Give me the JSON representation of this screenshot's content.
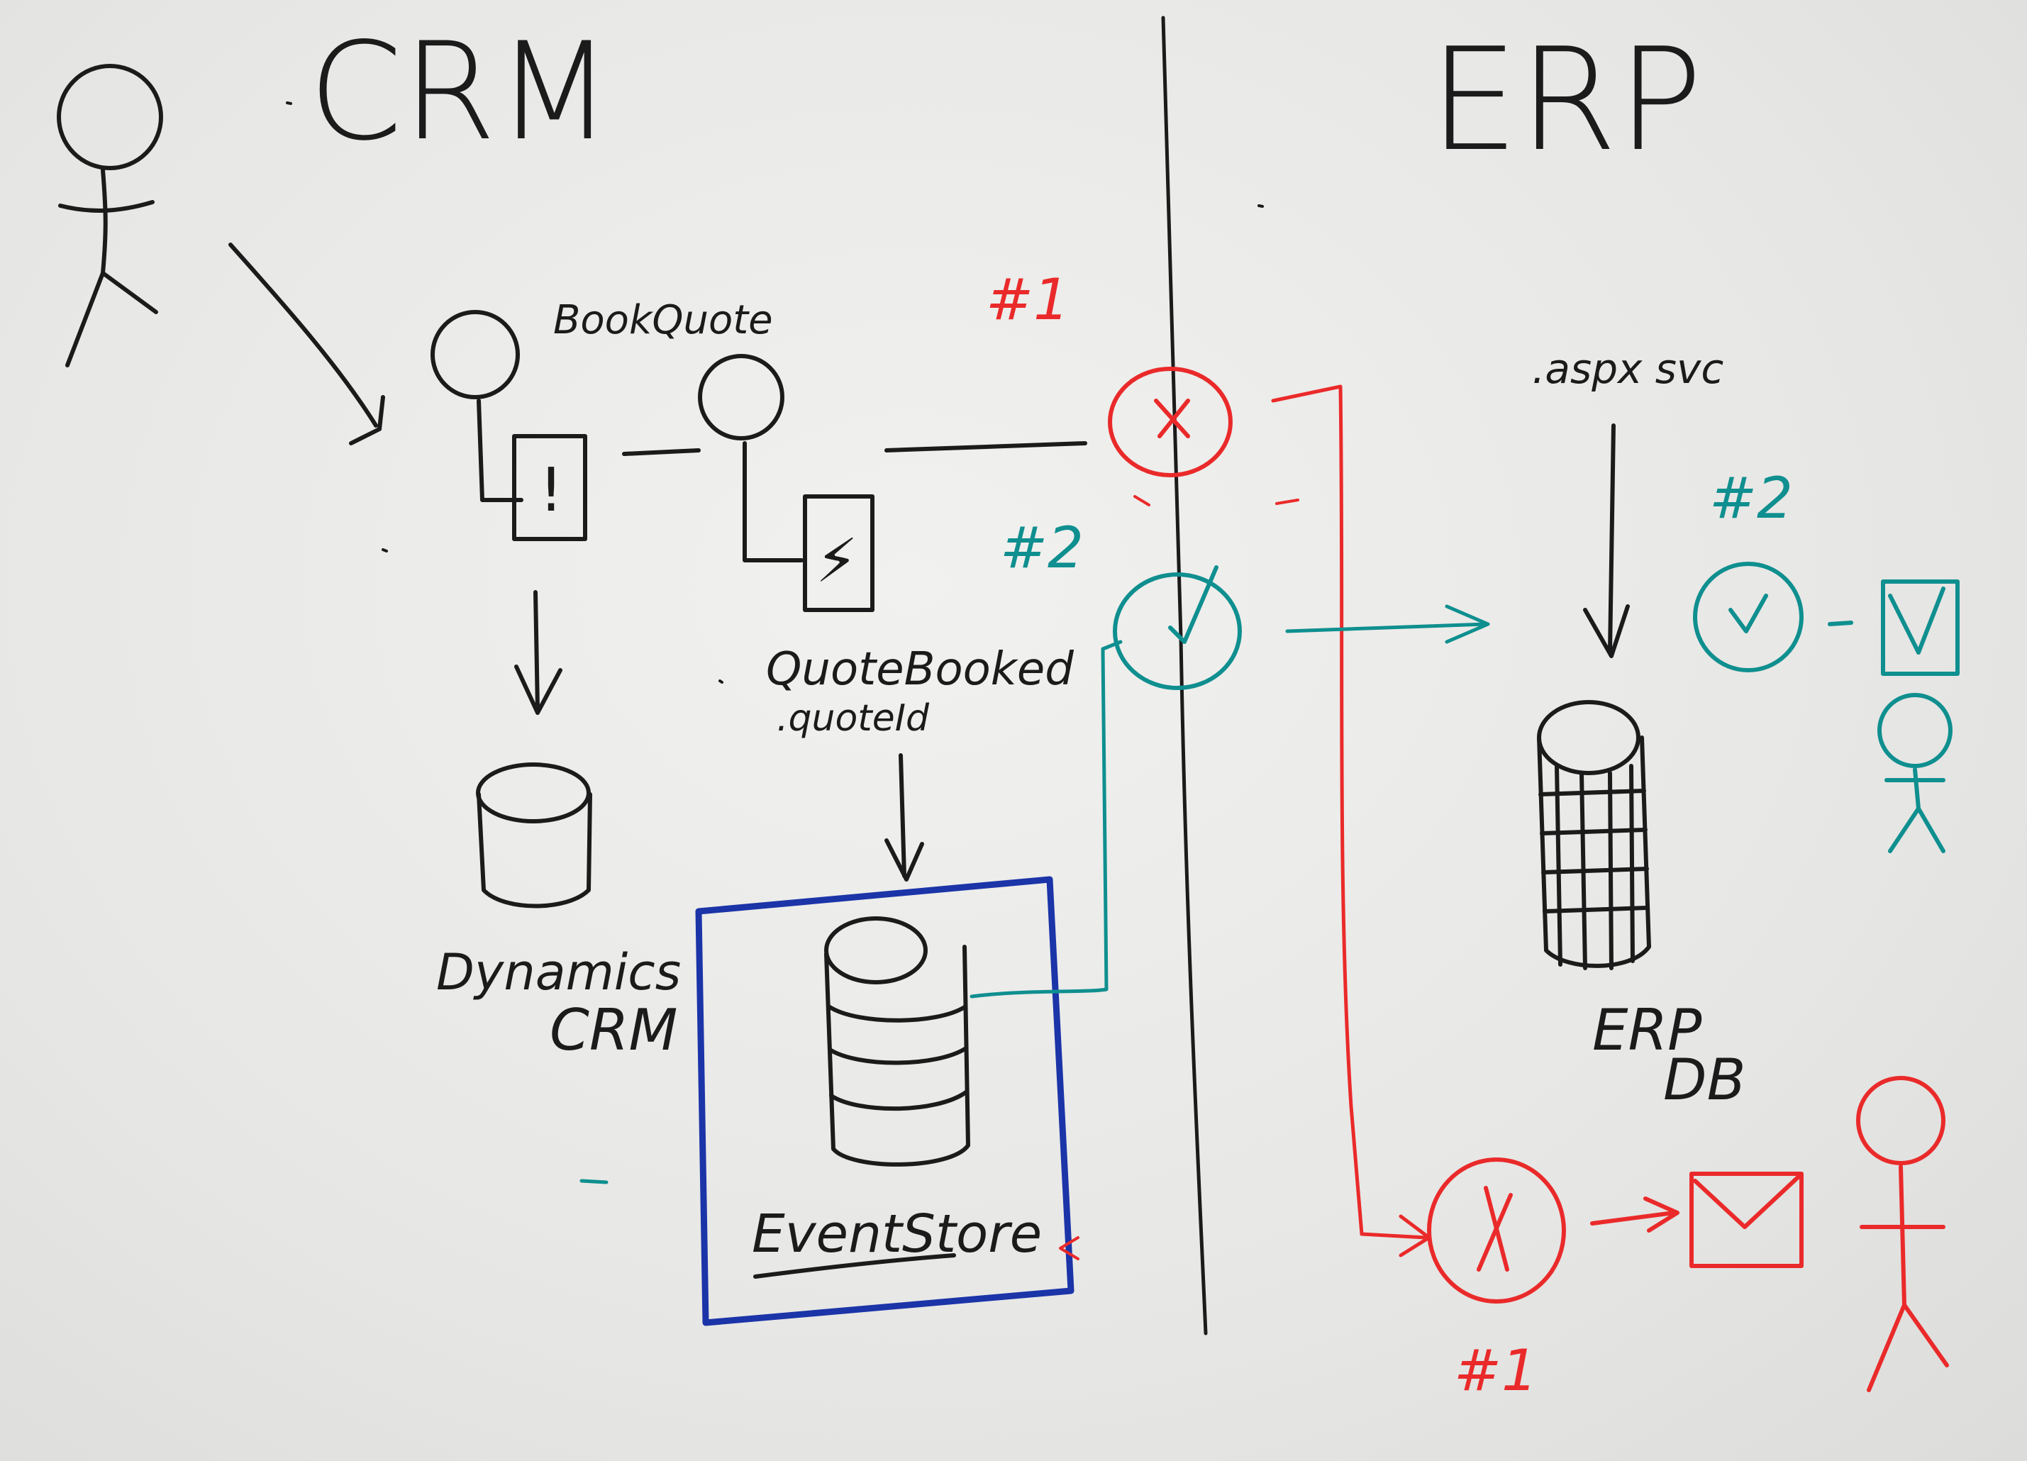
{
  "colors": {
    "black": "#1b1b1b",
    "red": "#ea2a2a",
    "teal": "#0f8f8f",
    "blue": "#1b34a8"
  },
  "labels": {
    "crm_title": "CRM",
    "erp_title": "ERP",
    "book_quote": "BookQuote",
    "quote_booked": "QuoteBooked",
    "quote_id": ".quoteId",
    "dynamics_crm_line1": "Dynamics",
    "dynamics_crm_line2": "CRM",
    "event_store": "EventStore",
    "erp_db_line1": "ERP",
    "erp_db_line2": "DB",
    "aspx_svc": ".aspx svc",
    "command_glyph": "!",
    "event_glyph": "⚡"
  },
  "markers": {
    "red_top": "#1",
    "teal_left": "#2",
    "teal_right": "#2",
    "red_bottom": "#1"
  }
}
